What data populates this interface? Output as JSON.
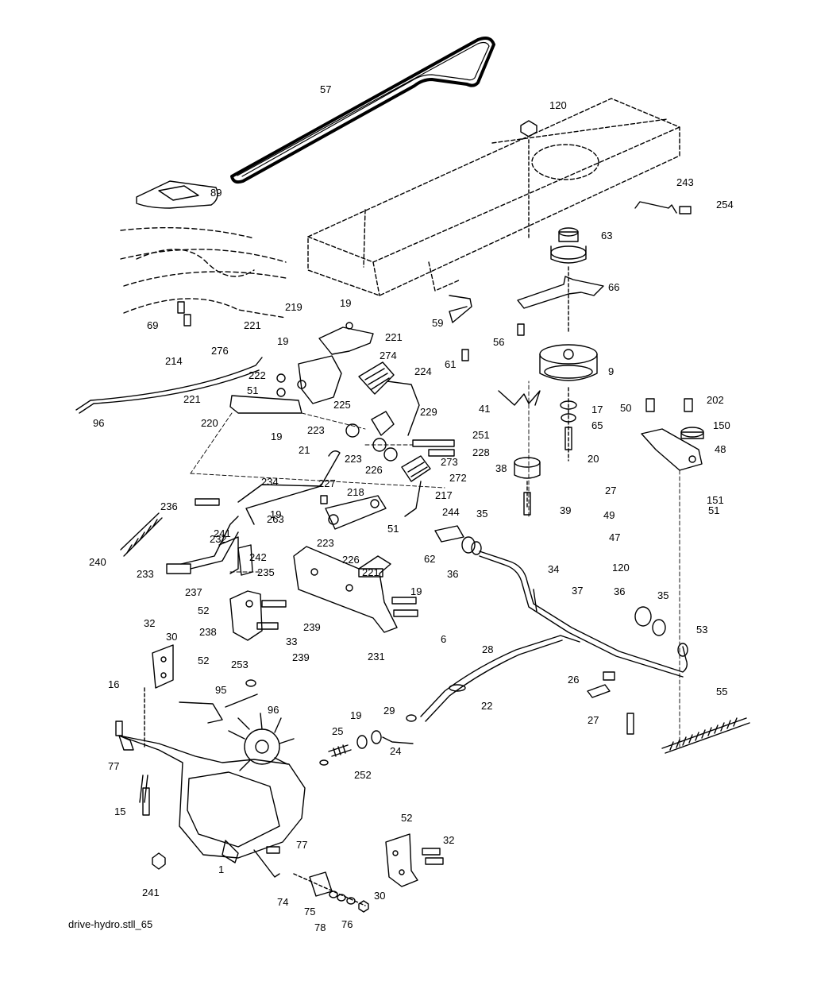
{
  "caption": "drive-hydro.stll_65",
  "colors": {
    "ink": "#000000",
    "background": "#ffffff"
  },
  "parts": [
    {
      "id": "p57",
      "label": "57"
    },
    {
      "id": "p120a",
      "label": "120"
    },
    {
      "id": "p89",
      "label": "89"
    },
    {
      "id": "p243",
      "label": "243"
    },
    {
      "id": "p254",
      "label": "254"
    },
    {
      "id": "p63",
      "label": "63"
    },
    {
      "id": "p66",
      "label": "66"
    },
    {
      "id": "p69",
      "label": "69"
    },
    {
      "id": "p219",
      "label": "219"
    },
    {
      "id": "p19a",
      "label": "19"
    },
    {
      "id": "p59",
      "label": "59"
    },
    {
      "id": "p221a",
      "label": "221"
    },
    {
      "id": "p221b",
      "label": "221"
    },
    {
      "id": "p19b",
      "label": "19"
    },
    {
      "id": "p56",
      "label": "56"
    },
    {
      "id": "p276",
      "label": "276"
    },
    {
      "id": "p274",
      "label": "274"
    },
    {
      "id": "p61",
      "label": "61"
    },
    {
      "id": "p9",
      "label": "9"
    },
    {
      "id": "p214",
      "label": "214"
    },
    {
      "id": "p222",
      "label": "222"
    },
    {
      "id": "p224",
      "label": "224"
    },
    {
      "id": "p51a",
      "label": "51"
    },
    {
      "id": "p221c",
      "label": "221"
    },
    {
      "id": "p17",
      "label": "17"
    },
    {
      "id": "p50",
      "label": "50"
    },
    {
      "id": "p202",
      "label": "202"
    },
    {
      "id": "p41",
      "label": "41"
    },
    {
      "id": "p225",
      "label": "225"
    },
    {
      "id": "p229",
      "label": "229"
    },
    {
      "id": "p220",
      "label": "220"
    },
    {
      "id": "p96a",
      "label": "96"
    },
    {
      "id": "p65",
      "label": "65"
    },
    {
      "id": "p150",
      "label": "150"
    },
    {
      "id": "p19c",
      "label": "19"
    },
    {
      "id": "p223a",
      "label": "223"
    },
    {
      "id": "p251",
      "label": "251"
    },
    {
      "id": "p228",
      "label": "228"
    },
    {
      "id": "p48",
      "label": "48"
    },
    {
      "id": "p21",
      "label": "21"
    },
    {
      "id": "p223b",
      "label": "223"
    },
    {
      "id": "p20",
      "label": "20"
    },
    {
      "id": "p273",
      "label": "273"
    },
    {
      "id": "p226a",
      "label": "226"
    },
    {
      "id": "p38",
      "label": "38"
    },
    {
      "id": "p272",
      "label": "272"
    },
    {
      "id": "p27a",
      "label": "27"
    },
    {
      "id": "p234",
      "label": "234"
    },
    {
      "id": "p227",
      "label": "227"
    },
    {
      "id": "p218",
      "label": "218"
    },
    {
      "id": "p217",
      "label": "217"
    },
    {
      "id": "p236",
      "label": "236"
    },
    {
      "id": "p151",
      "label": "151"
    },
    {
      "id": "p244",
      "label": "244"
    },
    {
      "id": "p35a",
      "label": "35"
    },
    {
      "id": "p39",
      "label": "39"
    },
    {
      "id": "p49",
      "label": "49"
    },
    {
      "id": "p51b",
      "label": "51"
    },
    {
      "id": "p19d",
      "label": "19"
    },
    {
      "id": "p263",
      "label": "263"
    },
    {
      "id": "p51c",
      "label": "51"
    },
    {
      "id": "p232",
      "label": "232"
    },
    {
      "id": "p241a",
      "label": "241"
    },
    {
      "id": "p47",
      "label": "47"
    },
    {
      "id": "p223c",
      "label": "223"
    },
    {
      "id": "p240",
      "label": "240"
    },
    {
      "id": "p242",
      "label": "242"
    },
    {
      "id": "p226b",
      "label": "226"
    },
    {
      "id": "p62",
      "label": "62"
    },
    {
      "id": "p36a",
      "label": "36"
    },
    {
      "id": "p120b",
      "label": "120"
    },
    {
      "id": "p233",
      "label": "233"
    },
    {
      "id": "p221d",
      "label": "221"
    },
    {
      "id": "p34",
      "label": "34"
    },
    {
      "id": "p237",
      "label": "237"
    },
    {
      "id": "p235",
      "label": "235"
    },
    {
      "id": "p37",
      "label": "37"
    },
    {
      "id": "p19e",
      "label": "19"
    },
    {
      "id": "p36b",
      "label": "36"
    },
    {
      "id": "p35b",
      "label": "35"
    },
    {
      "id": "p52a",
      "label": "52"
    },
    {
      "id": "p238",
      "label": "238"
    },
    {
      "id": "p239a",
      "label": "239"
    },
    {
      "id": "p6",
      "label": "6"
    },
    {
      "id": "p53",
      "label": "53"
    },
    {
      "id": "p32a",
      "label": "32"
    },
    {
      "id": "p33",
      "label": "33"
    },
    {
      "id": "p30a",
      "label": "30"
    },
    {
      "id": "p239b",
      "label": "239"
    },
    {
      "id": "p28",
      "label": "28"
    },
    {
      "id": "p231",
      "label": "231"
    },
    {
      "id": "p52b",
      "label": "52"
    },
    {
      "id": "p253",
      "label": "253"
    },
    {
      "id": "p16",
      "label": "16"
    },
    {
      "id": "p26",
      "label": "26"
    },
    {
      "id": "p95",
      "label": "95"
    },
    {
      "id": "p55",
      "label": "55"
    },
    {
      "id": "p96b",
      "label": "96"
    },
    {
      "id": "p22",
      "label": "22"
    },
    {
      "id": "p29",
      "label": "29"
    },
    {
      "id": "p19f",
      "label": "19"
    },
    {
      "id": "p27b",
      "label": "27"
    },
    {
      "id": "p25",
      "label": "25"
    },
    {
      "id": "p24",
      "label": "24"
    },
    {
      "id": "p77a",
      "label": "77"
    },
    {
      "id": "p252a",
      "label": "252"
    },
    {
      "id": "p15",
      "label": "15"
    },
    {
      "id": "p52c",
      "label": "52"
    },
    {
      "id": "p32b",
      "label": "32"
    },
    {
      "id": "p77b",
      "label": "77"
    },
    {
      "id": "p1",
      "label": "1"
    },
    {
      "id": "p241b",
      "label": "241"
    },
    {
      "id": "p30b",
      "label": "30"
    },
    {
      "id": "p74",
      "label": "74"
    },
    {
      "id": "p75",
      "label": "75"
    },
    {
      "id": "p78",
      "label": "78"
    },
    {
      "id": "p76",
      "label": "76"
    }
  ]
}
